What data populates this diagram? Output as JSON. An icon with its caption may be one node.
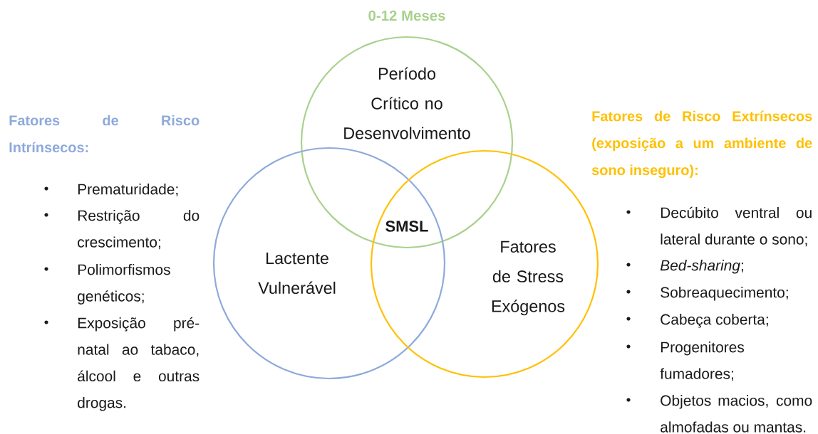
{
  "diagram": {
    "nodes": [
      {
        "text": [
          "Período Crítico no Desenvolvimento"
        ],
        "beside": [
          "0-12 Meses"
        ]
      },
      {
        "text": [
          "Lactente Vulnerável"
        ]
      },
      {
        "text": [
          "Fatores de Stress Exógenos"
        ]
      }
    ],
    "labels": [
      "**Fatores de Risco Intrínsecos**:",
      "Prematuridade;",
      "Restrição do crescimento;",
      "Polimorfismos genéticos;",
      "Exposição pré-natal ao tabaco, álcool e outras drogas.",
      "SMSL",
      "**Fatores de Risco Extrínsecos (exposição a um ambiente de sono inseguro)**:",
      "Decúbito ventral ou lateral durante o sono;",
      "*Bed-sharing*;",
      "Sobreaquecimento;",
      "Cabeça coberta;",
      "Progenitores fumadores;",
      "Objetos macios, como almofadas ou mantas."
    ]
  }
}
